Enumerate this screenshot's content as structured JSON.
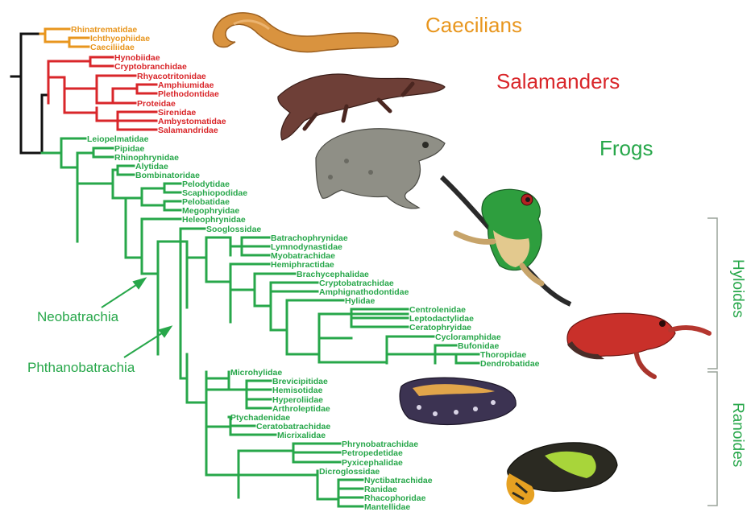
{
  "colors": {
    "caecilians": "#e8961e",
    "salamanders": "#d9262a",
    "frogs": "#27a74a",
    "root": "#111111",
    "bracket": "#9aa39a"
  },
  "groups": {
    "caecilians": "Caecilians",
    "salamanders": "Salamanders",
    "frogs": "Frogs"
  },
  "clade_labels": {
    "neobatrachia": "Neobatrachia",
    "phthanobatrachia": "Phthanobatrachia"
  },
  "side_labels": {
    "hyloides": "Hyloides",
    "ranoides": "Ranoides"
  },
  "taxa": {
    "caecilians": [
      "Rhinatrematidae",
      "Ichthyophiidae",
      "Caeciliidae"
    ],
    "salamanders": [
      "Hynobiidae",
      "Cryptobranchidae",
      "Rhyacotritonidae",
      "Amphiumidae",
      "Plethodontidae",
      "Proteidae",
      "Sirenidae",
      "Ambystomatidae",
      "Salamandridae"
    ],
    "frogs": [
      "Leiopelmatidae",
      "Pipidae",
      "Rhinophrynidae",
      "Alytidae",
      "Bombinatoridae",
      "Pelodytidae",
      "Scaphiopodidae",
      "Pelobatidae",
      "Megophryidae",
      "Heleophrynidae",
      "Sooglossidae",
      "Batrachophrynidae",
      "Lymnodynastidae",
      "Myobatrachidae",
      "Hemiphractidae",
      "Brachycephalidae",
      "Cryptobatrachidae",
      "Amphignathodontidae",
      "Hylidae",
      "Centrolenidae",
      "Leptodactylidae",
      "Ceratophryidae",
      "Cycloramphidae",
      "Bufonidae",
      "Thoropidae",
      "Dendrobatidae",
      "Microhylidae",
      "Brevicipitidae",
      "Hemisotidae",
      "Hyperoliidae",
      "Arthroleptidae",
      "Ptychadenidae",
      "Ceratobatrachidae",
      "Micrixalidae",
      "Phrynobatrachidae",
      "Petropedetidae",
      "Pyxicephalidae",
      "Dicroglossidae",
      "Nyctibatrachidae",
      "Ranidae",
      "Rhacophoridae",
      "Mantellidae"
    ]
  },
  "photos": [
    {
      "icon": "caecilian-photo"
    },
    {
      "icon": "salamander-photo"
    },
    {
      "icon": "toad-photo"
    },
    {
      "icon": "tree-frog-photo"
    },
    {
      "icon": "red-frog-photo"
    },
    {
      "icon": "spotted-frog-photo"
    },
    {
      "icon": "poison-frog-photo"
    }
  ]
}
